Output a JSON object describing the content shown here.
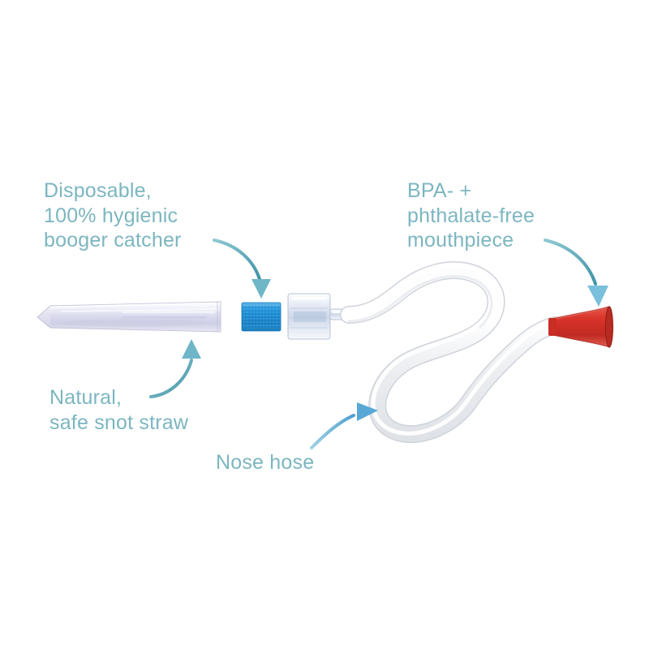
{
  "product": {
    "name": "nasal aspirator",
    "background_color": "#ffffff"
  },
  "theme": {
    "label_color": "#7cb6c0",
    "arrow_color_teal": "#56a3b2",
    "arrow_color_blue": "#57a8d4",
    "filter_blue": "#1f8fd6",
    "mouthpiece_red": "#d8342a",
    "tube_white": "#f4f5f7",
    "straw_lavender": "#dcdcef"
  },
  "callouts": [
    {
      "id": "disposable",
      "text": "Disposable,\n100% hygienic\nbooger catcher",
      "points_to": "filter-block",
      "arrow": "curve-down-right"
    },
    {
      "id": "bpa",
      "text": "BPA- +\nphthalate-free\nmouthpiece",
      "points_to": "mouthpiece",
      "arrow": "curve-down-right"
    },
    {
      "id": "natural",
      "text": "Natural,\nsafe snot straw",
      "points_to": "straw-body",
      "arrow": "curve-up"
    },
    {
      "id": "nosehose",
      "text": "Nose hose",
      "points_to": "tube",
      "arrow": "curve-up-right"
    }
  ],
  "parts": [
    {
      "id": "straw-body",
      "label": "snot straw barrel"
    },
    {
      "id": "filter-block",
      "label": "disposable filter"
    },
    {
      "id": "connector",
      "label": "connector cap"
    },
    {
      "id": "tube",
      "label": "nose hose tubing"
    },
    {
      "id": "mouthpiece",
      "label": "mouthpiece"
    }
  ]
}
